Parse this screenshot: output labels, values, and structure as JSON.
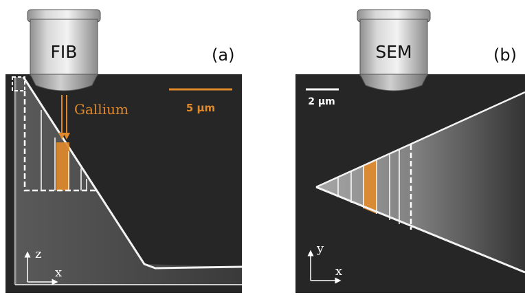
{
  "panel_a": {
    "label": "(a)",
    "instrument_label": "FIB",
    "beam_label": "Gallium",
    "scale_bar_label": "5 µm",
    "axis_vertical": "z",
    "axis_horizontal": "x"
  },
  "panel_b": {
    "label": "(b)",
    "instrument_label": "SEM",
    "scale_bar_label": "2 µm",
    "axis_vertical": "y",
    "axis_horizontal": "x"
  },
  "colors": {
    "accent_orange": "#e0892b",
    "micrograph_background": "#262626",
    "structure_white": "#f2f2f2",
    "lens_gray": "#c9c9c9"
  }
}
